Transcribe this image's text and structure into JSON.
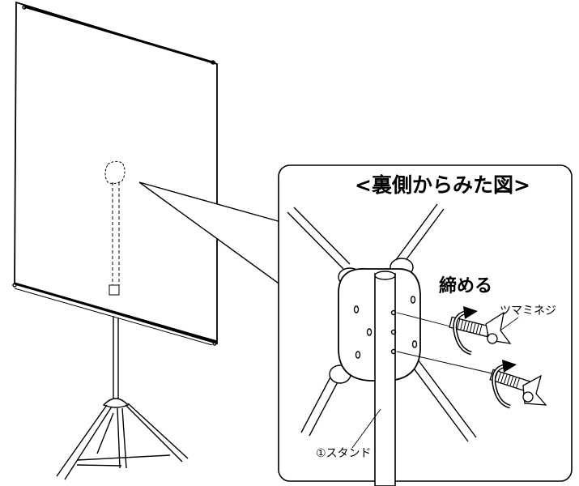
{
  "labels": {
    "inset_title": "<裏側からみた図>",
    "tighten": "締める",
    "thumb_screw": "ツマミネジ",
    "stand": "①スタンド"
  },
  "colors": {
    "line": "#000000",
    "screen": "#ffffff",
    "inset_border": "#000000"
  },
  "icons": {
    "rotation_arrow": "curved-arrow-icon",
    "thumb_screw": "wing-screw-icon"
  }
}
